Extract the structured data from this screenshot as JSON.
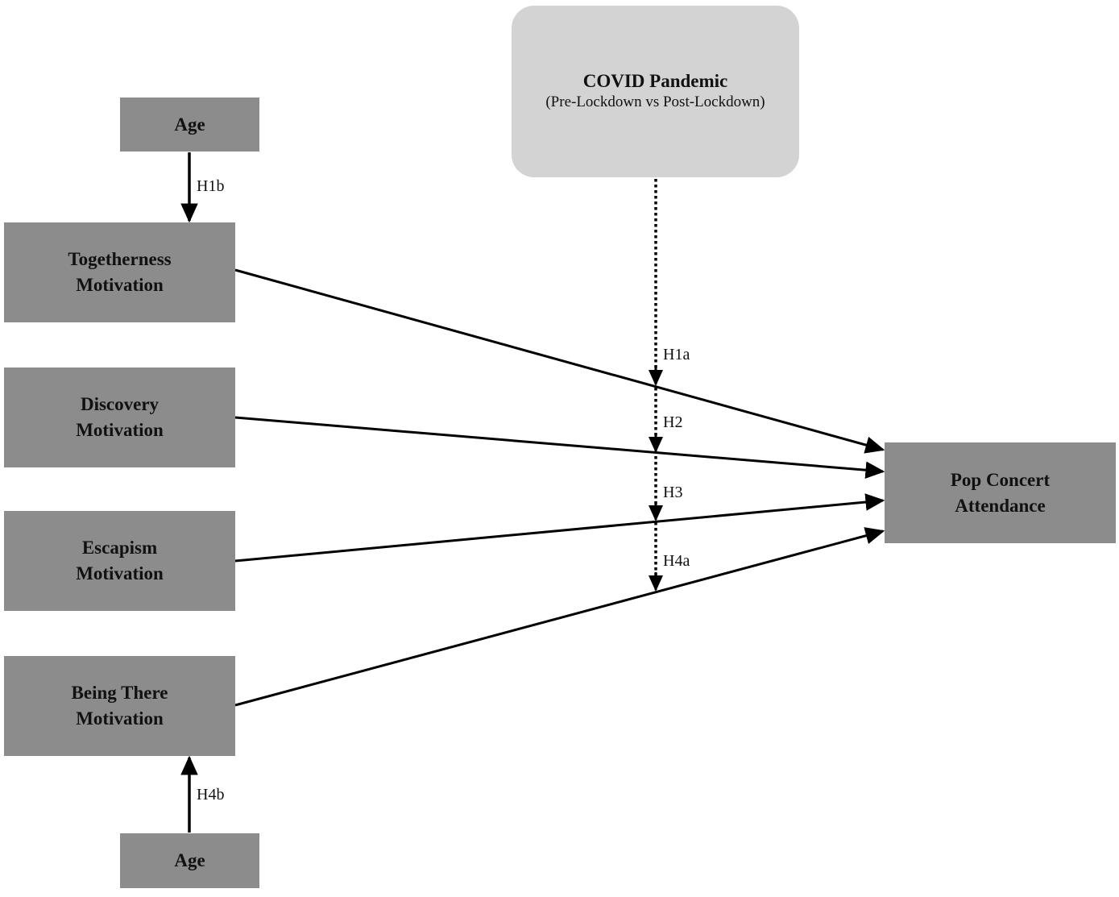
{
  "boxes": {
    "age_top": "Age",
    "age_bottom": "Age",
    "togetherness": "Togetherness\nMotivation",
    "discovery": "Discovery\nMotivation",
    "escapism": "Escapism\nMotivation",
    "being_there": "Being There\nMotivation",
    "attendance": "Pop Concert\nAttendance"
  },
  "moderator": {
    "title": "COVID Pandemic",
    "subtitle": "(Pre-Lockdown vs Post-Lockdown)"
  },
  "hypotheses": {
    "h1b": "H1b",
    "h4b": "H4b",
    "h1a": "H1a",
    "h2": "H2",
    "h3": "H3",
    "h4a": "H4a"
  },
  "colors": {
    "box_fill": "#8c8c8c",
    "moderator_fill": "#d3d3d3",
    "line": "#000000"
  }
}
